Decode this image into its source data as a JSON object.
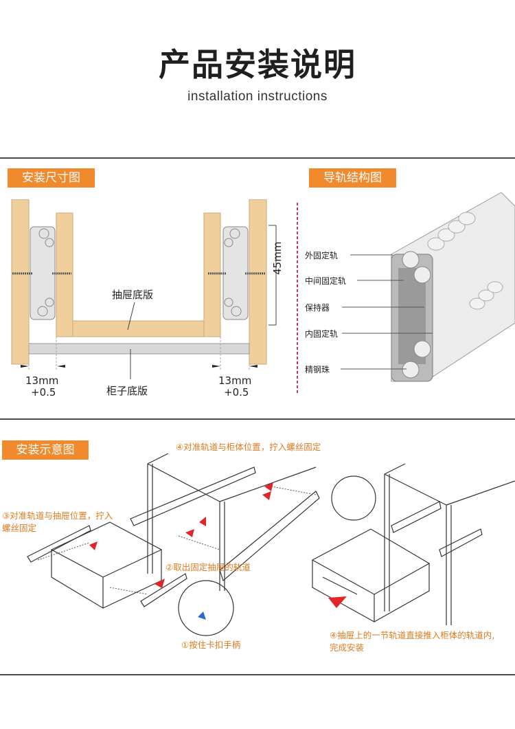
{
  "header": {
    "title": "产品安装说明",
    "subtitle": "installation instructions"
  },
  "section_dimensions": {
    "badge": "安装尺寸图",
    "drawer_bottom_label": "抽屉底版",
    "cabinet_bottom_label": "柜子底版",
    "height_dim": "45mm",
    "left_gap": "13mm",
    "left_tol": "+0.5",
    "right_gap": "13mm",
    "right_tol": "+0.5"
  },
  "section_structure": {
    "badge": "导轨结构图",
    "parts": [
      "外固定轨",
      "中间固定轨",
      "保持器",
      "内固定轨",
      "精钢珠"
    ]
  },
  "section_install": {
    "badge": "安装示意图",
    "step4_top": "④对准轨道与柜体位置，拧入螺丝固定",
    "step3_line1": "③对准轨道与抽屉位置，拧入",
    "step3_line2": "螺丝固定",
    "step2": "②取出固定抽屉的轨道",
    "step1": "①按住卡扣手柄",
    "step4_bottom_line1": "④抽屉上的一节轨道直接推入柜体的轨道内,",
    "step4_bottom_line2": "完成安装"
  },
  "colors": {
    "accent": "#f08a2c",
    "label_orange": "#e07a1e",
    "wood": "#f0cf9c",
    "rail": "#c9c9c9"
  }
}
